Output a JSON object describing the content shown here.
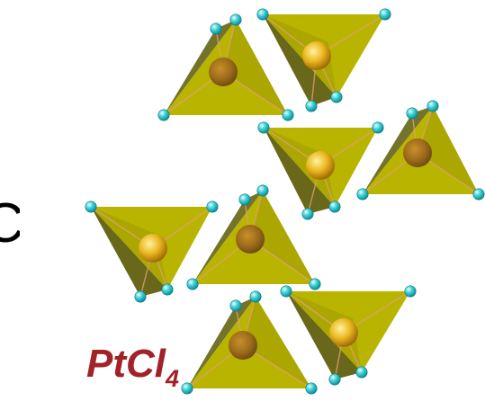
{
  "partial_label": "Cl",
  "formula": {
    "base": "PtCl",
    "subscript": "4",
    "color": "#a2222a"
  },
  "colors": {
    "face_light": "#b9b400",
    "face_mid": "#a19d00",
    "face_dark": "#5c5a06",
    "bond": "#e0a07a",
    "metal_atom": "#e9a81e",
    "ligand_atom": "#2ec6cf"
  },
  "icons": [
    "tetrahedron",
    "platinum-atom",
    "chlorine-atom"
  ]
}
